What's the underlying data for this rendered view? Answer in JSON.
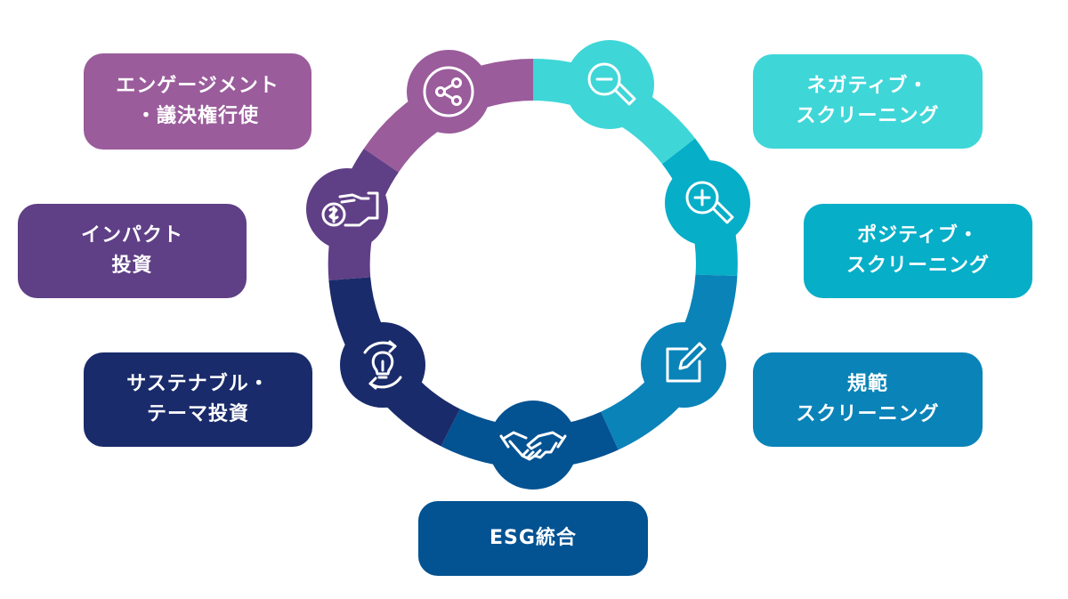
{
  "diagram": {
    "type": "cycle",
    "items": [
      {
        "id": "engagement",
        "lines": [
          "エンゲージメント",
          "・議決権行使"
        ],
        "color": "#9a5c9b",
        "icon": "share-network-icon"
      },
      {
        "id": "negative",
        "lines": [
          "ネガティブ・",
          "スクリーニング"
        ],
        "color": "#3fd6d8",
        "icon": "zoom-out-icon"
      },
      {
        "id": "positive",
        "lines": [
          "ポジティブ・",
          "スクリーニング"
        ],
        "color": "#06aec8",
        "icon": "zoom-in-icon"
      },
      {
        "id": "norms",
        "lines": [
          "規範",
          "スクリーニング"
        ],
        "color": "#0a83b8",
        "icon": "edit-icon"
      },
      {
        "id": "esg",
        "lines": [
          "ESG統合"
        ],
        "color": "#035292",
        "icon": "handshake-icon"
      },
      {
        "id": "thematic",
        "lines": [
          "サステナブル・",
          "テーマ投資"
        ],
        "color": "#1a2b6b",
        "icon": "lightbulb-cycle-icon"
      },
      {
        "id": "impact",
        "lines": [
          "インパクト",
          "投資"
        ],
        "color": "#5f3f86",
        "icon": "hand-money-icon"
      }
    ]
  }
}
